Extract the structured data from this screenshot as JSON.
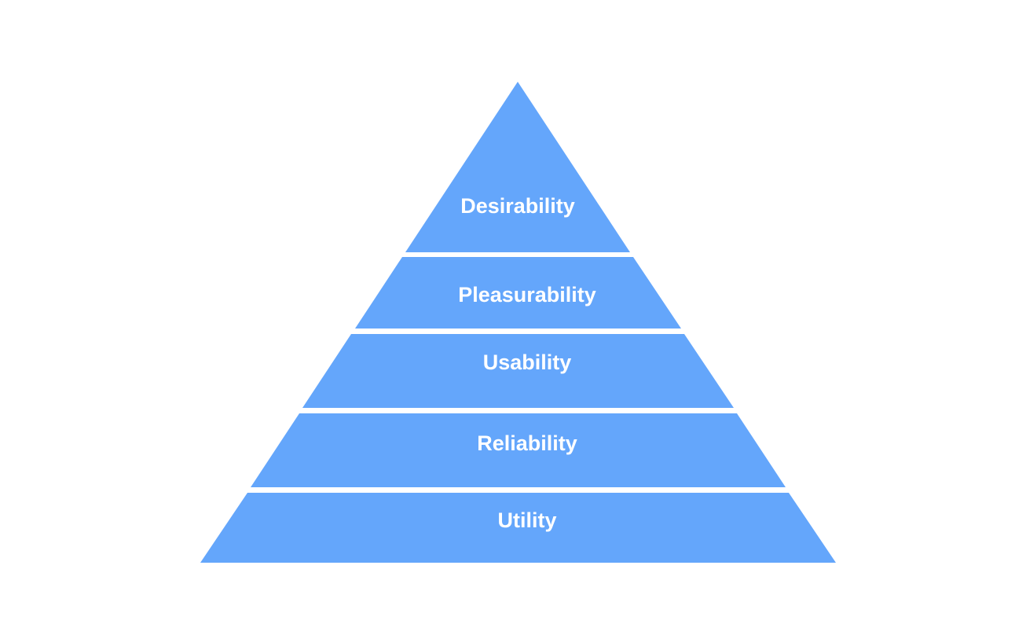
{
  "pyramid": {
    "fill_color": "#64a6fb",
    "label_color": "#ffffff",
    "background_color": "#ffffff",
    "tiers": [
      {
        "label": "Desirability"
      },
      {
        "label": "Pleasurability"
      },
      {
        "label": "Usability"
      },
      {
        "label": "Reliability"
      },
      {
        "label": "Utility"
      }
    ]
  }
}
